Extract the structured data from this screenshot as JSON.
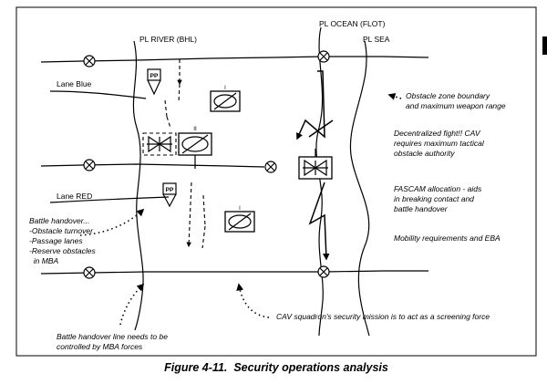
{
  "phase_lines": {
    "river": "PL RIVER (BHL)",
    "ocean": "PL OCEAN (FLOT)",
    "sea": "PL SEA"
  },
  "lanes": {
    "blue": "Lane Blue",
    "red": "Lane RED"
  },
  "symbols": {
    "passage_point": "PP",
    "unit_size_battalion": "II",
    "unit_size_company": "I"
  },
  "annotations": {
    "obstacle_zone": [
      "Obstacle zone boundary",
      "and maximum weapon range"
    ],
    "decentralized": [
      "Decentralized fight!! CAV",
      "requires maximum tactical",
      "obstacle authority"
    ],
    "fascam": [
      "FASCAM allocation - aids",
      "in breaking contact and",
      "battle handover"
    ],
    "mobility": [
      "Mobility requirements and EBA"
    ],
    "battle_handover": [
      "Battle handover...",
      "-Obstacle turnover",
      "-Passage lanes",
      "-Reserve obstacles",
      "  in MBA"
    ],
    "cav_mission": [
      "CAV squadron's security mission is to act as a screening force"
    ],
    "bhl_control": [
      "Battle handover line needs to be",
      "controlled by MBA forces"
    ]
  },
  "caption": "Figure 4-11.  Security operations analysis",
  "colors": {
    "ink": "#000000",
    "paper": "#ffffff"
  }
}
